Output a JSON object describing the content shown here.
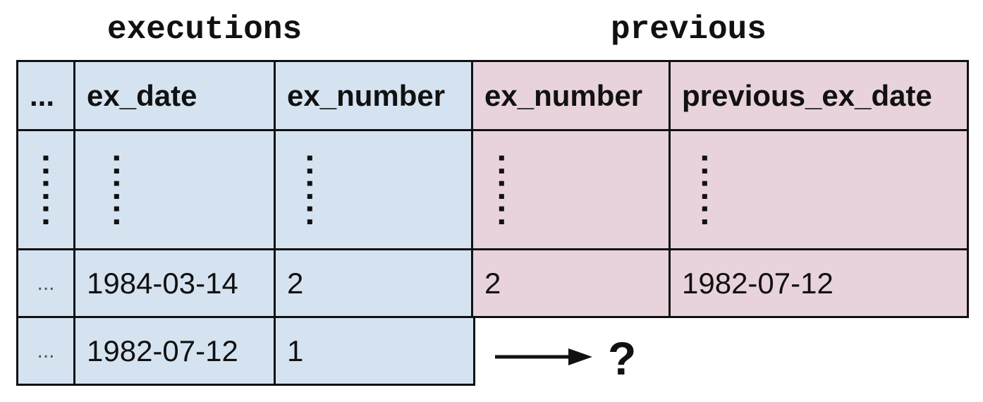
{
  "executions": {
    "title": "executions",
    "headers": [
      "...",
      "ex_date",
      "ex_number"
    ],
    "vdots": [
      ":\n:\n:",
      ":\n:\n:",
      ":\n:\n:"
    ],
    "rows": [
      [
        "...",
        "1984-03-14",
        "2"
      ],
      [
        "...",
        "1982-07-12",
        "1"
      ]
    ]
  },
  "previous": {
    "title": "previous",
    "headers": [
      "ex_number",
      "previous_ex_date"
    ],
    "vdots": [
      ":\n:\n:",
      ":\n:\n:"
    ],
    "rows": [
      [
        "2",
        "1982-07-12"
      ]
    ]
  },
  "annotation": {
    "question": "?"
  },
  "colors": {
    "executions_fill": "#d5e3f1",
    "previous_fill": "#e8d3dc",
    "border": "#111111"
  },
  "icons": [
    "right-arrow-icon"
  ]
}
